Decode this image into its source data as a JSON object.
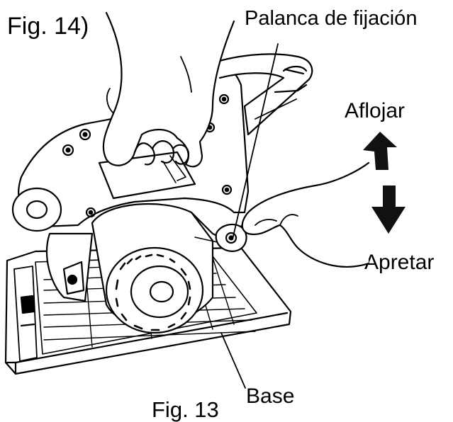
{
  "figure": {
    "label_top": "Fig. 14)",
    "label_bottom": "Fig. 13"
  },
  "callouts": {
    "lever": "Palanca de fijación",
    "loosen": "Aflojar",
    "tighten": "Apretar",
    "base": "Base"
  },
  "colors": {
    "ink": "#000000",
    "paper": "#ffffff",
    "arrow_fill": "#111111"
  },
  "icons": {
    "loosen_arrow": "arrow-up-icon",
    "tighten_arrow": "arrow-down-icon"
  }
}
